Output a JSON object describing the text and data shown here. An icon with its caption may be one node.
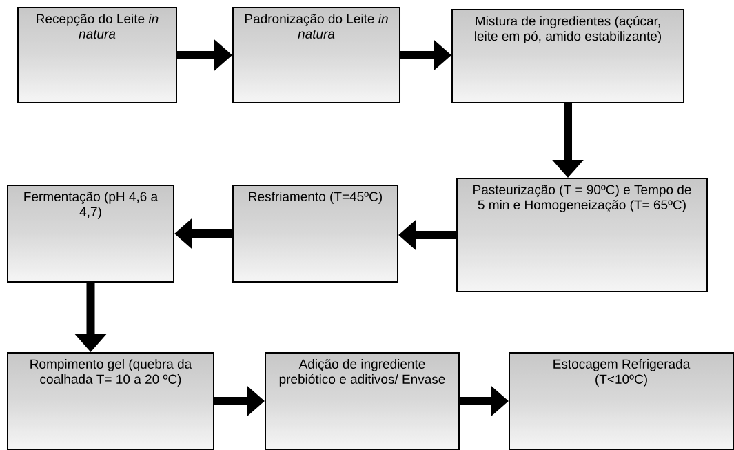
{
  "diagram": {
    "nodes": [
      {
        "text": [
          "Recepção do Leite *in natura*"
        ]
      },
      {
        "text": [
          "Padronização do Leite *in natura*"
        ]
      },
      {
        "text": [
          "Mistura de ingredientes (açúcar, leite em pó, amido estabilizante)"
        ]
      },
      {
        "text": [
          "Pasteurização (T = 90ºC) e Tempo de 5 min e Homogeneização (T= 65ºC)"
        ]
      },
      {
        "text": [
          "Resfriamento (T=45ºC)"
        ]
      },
      {
        "text": [
          "Fermentação (pH 4,6 a 4,7)"
        ]
      },
      {
        "text": [
          "Rompimento gel (quebra da coalhada T= 10 a 20 ºC)"
        ]
      },
      {
        "text": [
          "Adição de ingrediente prebiótico e aditivos/ Envase"
        ]
      },
      {
        "text": [
          "Estocagem Refrigerada (T<10ºC)"
        ]
      }
    ],
    "edges": [
      {
        "from": 0,
        "to": 1,
        "arrow": "to"
      },
      {
        "from": 1,
        "to": 2,
        "arrow": "to"
      },
      {
        "from": 2,
        "to": 3,
        "arrow": "to"
      },
      {
        "from": 3,
        "to": 4,
        "arrow": "to"
      },
      {
        "from": 4,
        "to": 5,
        "arrow": "to"
      },
      {
        "from": 5,
        "to": 6,
        "arrow": "to"
      },
      {
        "from": 6,
        "to": 7,
        "arrow": "to"
      },
      {
        "from": 7,
        "to": 8,
        "arrow": "to"
      }
    ]
  }
}
